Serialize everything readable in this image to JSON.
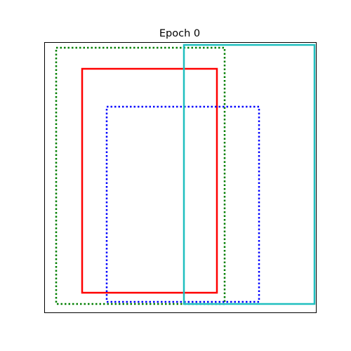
{
  "title": "Epoch 0",
  "boxes": [
    {
      "id": "green",
      "color": "#007f00",
      "style": "dotted"
    },
    {
      "id": "red",
      "color": "#ff0000",
      "style": "solid"
    },
    {
      "id": "blue",
      "color": "#0000ff",
      "style": "dotted"
    },
    {
      "id": "cyan",
      "color": "#1fbfbf",
      "style": "solid"
    }
  ],
  "axes": {
    "ticks_visible": false,
    "frame_color": "#000000"
  }
}
